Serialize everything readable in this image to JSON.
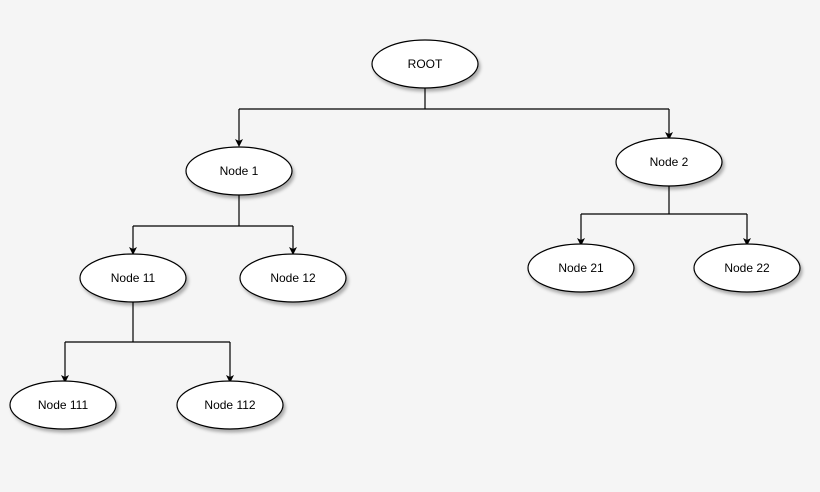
{
  "diagram": {
    "colors": {
      "background": "#f5f5f5",
      "node_fill": "#ffffff",
      "stroke": "#000000"
    },
    "nodes": {
      "root": "ROOT",
      "node1": "Node 1",
      "node2": "Node 2",
      "node11": "Node 11",
      "node12": "Node 12",
      "node111": "Node 111",
      "node112": "Node 112",
      "node21": "Node 21",
      "node22": "Node 22"
    }
  }
}
